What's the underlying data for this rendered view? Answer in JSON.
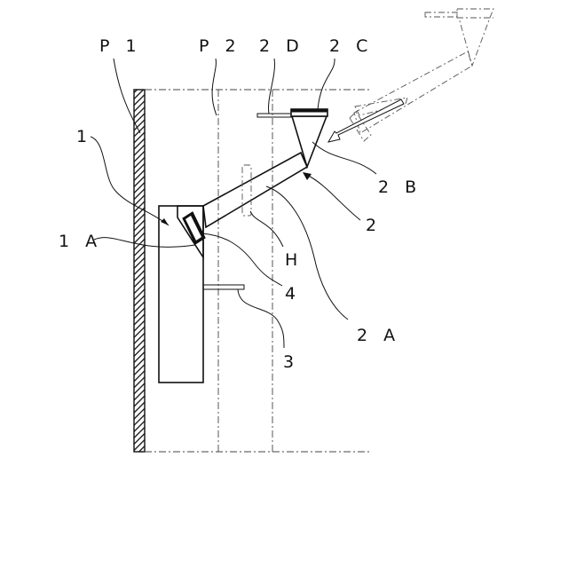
{
  "labels": {
    "p1": "P 1",
    "p2": "P 2",
    "l2d": "2 D",
    "l2c": "2 C",
    "l1": "1",
    "l2b": "2 B",
    "l2": "2",
    "l1a": "1 A",
    "lh": "H",
    "l4": "4",
    "l2a": "2 A",
    "l3": "3"
  }
}
